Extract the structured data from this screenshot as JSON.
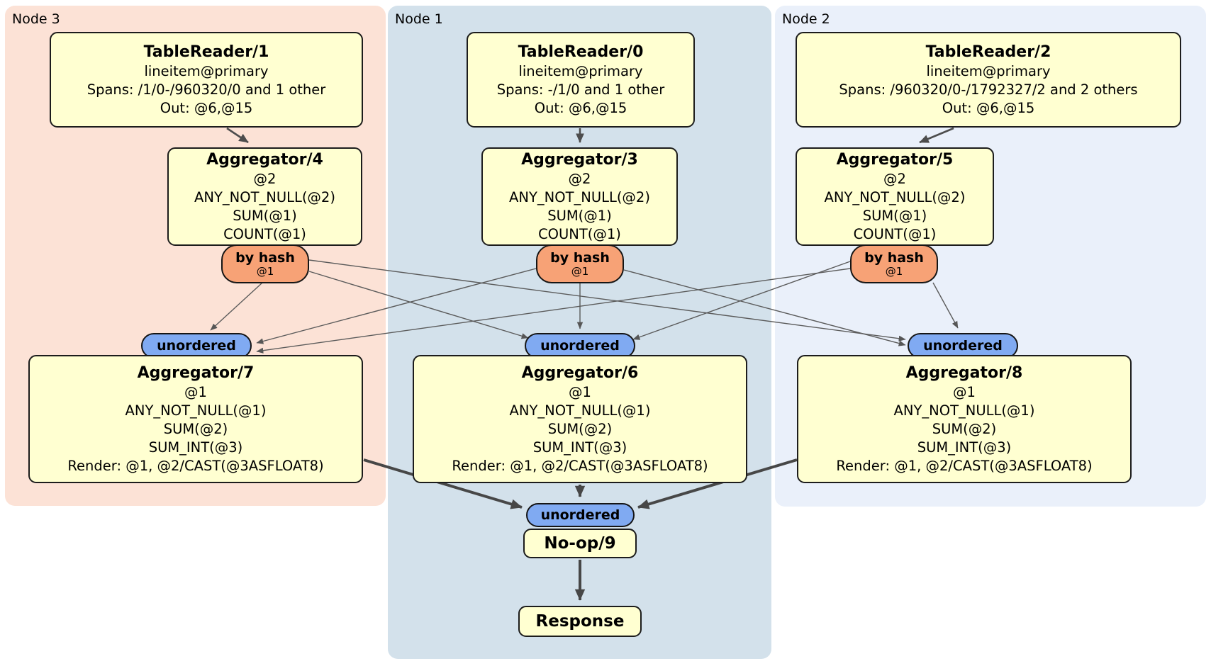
{
  "diagram": "DistSQL physical query plan",
  "regions": {
    "node3": {
      "label": "Node 3",
      "color": "#fce2d6"
    },
    "node1": {
      "label": "Node 1",
      "color": "#d3e1eb"
    },
    "node2": {
      "label": "Node 2",
      "color": "#eaf0fa"
    }
  },
  "colors": {
    "processor_box_fill": "#ffffd1",
    "router_fill": "#f7a276",
    "sync_fill": "#80aaf2",
    "edge_gray": "#4d4d4d"
  },
  "boxes": {
    "tr1": {
      "title": "TableReader/1",
      "lines": [
        "lineitem@primary",
        "Spans: /1/0-/960320/0 and 1 other",
        "Out: @6,@15"
      ]
    },
    "tr0": {
      "title": "TableReader/0",
      "lines": [
        "lineitem@primary",
        "Spans: -/1/0 and 1 other",
        "Out: @6,@15"
      ]
    },
    "tr2": {
      "title": "TableReader/2",
      "lines": [
        "lineitem@primary",
        "Spans: /960320/0-/1792327/2 and 2 others",
        "Out: @6,@15"
      ]
    },
    "agg4": {
      "title": "Aggregator/4",
      "lines": [
        "@2",
        "ANY_NOT_NULL(@2)",
        "SUM(@1)",
        "COUNT(@1)"
      ]
    },
    "agg3": {
      "title": "Aggregator/3",
      "lines": [
        "@2",
        "ANY_NOT_NULL(@2)",
        "SUM(@1)",
        "COUNT(@1)"
      ]
    },
    "agg5": {
      "title": "Aggregator/5",
      "lines": [
        "@2",
        "ANY_NOT_NULL(@2)",
        "SUM(@1)",
        "COUNT(@1)"
      ]
    },
    "agg7": {
      "title": "Aggregator/7",
      "lines": [
        "@1",
        "ANY_NOT_NULL(@1)",
        "SUM(@2)",
        "SUM_INT(@3)",
        "Render: @1, @2/CAST(@3ASFLOAT8)"
      ]
    },
    "agg6": {
      "title": "Aggregator/6",
      "lines": [
        "@1",
        "ANY_NOT_NULL(@1)",
        "SUM(@2)",
        "SUM_INT(@3)",
        "Render: @1, @2/CAST(@3ASFLOAT8)"
      ]
    },
    "agg8": {
      "title": "Aggregator/8",
      "lines": [
        "@1",
        "ANY_NOT_NULL(@1)",
        "SUM(@2)",
        "SUM_INT(@3)",
        "Render: @1, @2/CAST(@3ASFLOAT8)"
      ]
    },
    "noop": {
      "title": "No-op/9"
    },
    "response": {
      "title": "Response"
    }
  },
  "routers": {
    "label": "by hash",
    "sublabel": "@1"
  },
  "syncs": {
    "label": "unordered"
  }
}
